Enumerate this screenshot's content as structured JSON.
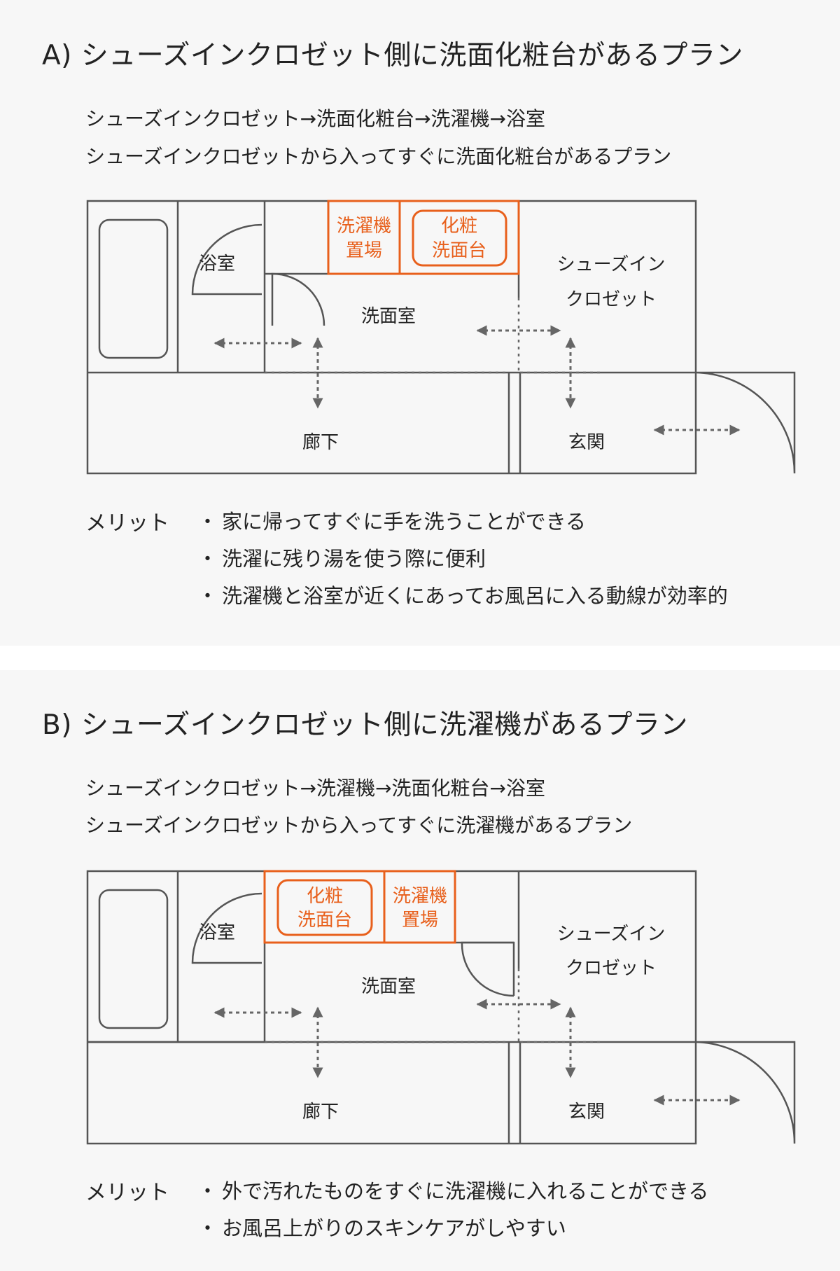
{
  "colors": {
    "accent": "#e8601c",
    "wall": "#555555",
    "arrow": "#666666"
  },
  "plans": [
    {
      "title": "A) シューズインクロゼット側に洗面化粧台があるプラン",
      "flow": [
        "シューズインクロゼット→洗面化粧台→洗濯機→浴室",
        "シューズインクロゼットから入ってすぐに洗面化粧台があるプラン"
      ],
      "rooms": {
        "bath": "浴室",
        "washroom": "洗面室",
        "corridor": "廊下",
        "entrance": "玄関",
        "closet": [
          "シューズイン",
          "クロゼット"
        ],
        "washer": [
          "洗濯機",
          "置場"
        ],
        "vanity": [
          "化粧",
          "洗面台"
        ]
      },
      "merit_label": "メリット",
      "merits": [
        "家に帰ってすぐに手を洗うことができる",
        "洗濯に残り湯を使う際に便利",
        "洗濯機と浴室が近くにあってお風呂に入る動線が効率的"
      ]
    },
    {
      "title": "B) シューズインクロゼット側に洗濯機があるプラン",
      "flow": [
        "シューズインクロゼット→洗濯機→洗面化粧台→浴室",
        "シューズインクロゼットから入ってすぐに洗濯機があるプラン"
      ],
      "rooms": {
        "bath": "浴室",
        "washroom": "洗面室",
        "corridor": "廊下",
        "entrance": "玄関",
        "closet": [
          "シューズイン",
          "クロゼット"
        ],
        "washer": [
          "洗濯機",
          "置場"
        ],
        "vanity": [
          "化粧",
          "洗面台"
        ]
      },
      "merit_label": "メリット",
      "merits": [
        "外で汚れたものをすぐに洗濯機に入れることができる",
        "お風呂上がりのスキンケアがしやすい"
      ]
    }
  ]
}
